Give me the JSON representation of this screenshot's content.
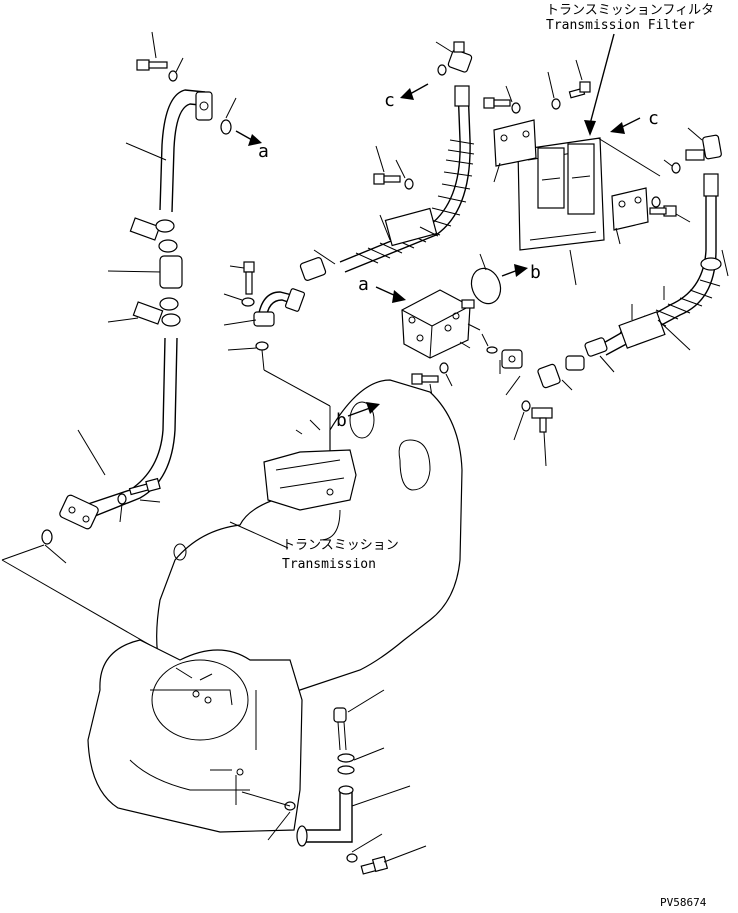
{
  "labels": {
    "filter_jp": "トランスミッションフィルタ",
    "filter_en": "Transmission Filter",
    "trans_jp": "トランスミッション",
    "trans_en": "Transmission",
    "drawing_no": "PV58674"
  },
  "callouts": {
    "a_top": "a",
    "a_mid": "a",
    "b_right": "b",
    "b_mid": "b",
    "c_left": "c",
    "c_right": "c"
  }
}
